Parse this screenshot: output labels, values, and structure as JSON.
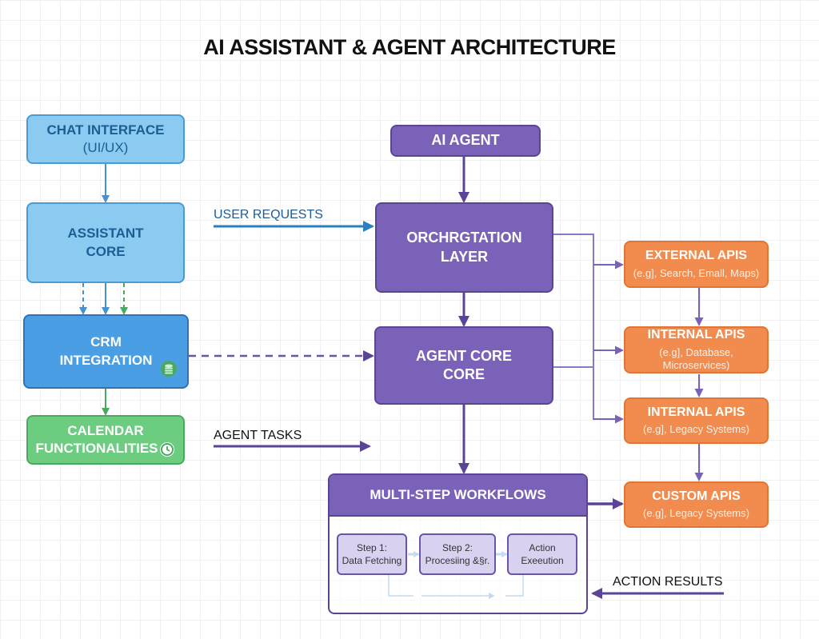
{
  "title": "AI ASSISTANT & AGENT ARCHITECTURE",
  "assistant": {
    "chat_interface": {
      "line1": "CHAT INTERFACE",
      "line2": "(UI/UX)"
    },
    "assistant_core": {
      "line1": "ASSISTANT",
      "line2": "CORE"
    },
    "crm_integration": {
      "line1": "CRM",
      "line2": "INTEGRATION",
      "icon": "database-icon"
    },
    "calendar": {
      "line1": "CALENDAR",
      "line2": "FUNCTIONALITIES",
      "icon": "clock-icon"
    }
  },
  "agent": {
    "ai_agent": "AI AGENT",
    "orchestration": {
      "line1": "ORCHRGTATION",
      "line2": "LAYER"
    },
    "agent_core": {
      "line1": "AGENT CORE",
      "line2": "CORE"
    },
    "workflows": {
      "title": "MULTI-STEP WORKFLOWS",
      "steps": [
        {
          "line1": "Step 1:",
          "line2": "Data Fetching"
        },
        {
          "line1": "Step 2:",
          "line2": "Procesiing &§r."
        },
        {
          "line1": "Action",
          "line2": "Exeeution"
        }
      ]
    }
  },
  "apis": [
    {
      "title": "EXTERNAL APIS",
      "sub": "(e.g], Search, Emall, Maps)"
    },
    {
      "title": "INTERNAL APIS",
      "sub": "(e.g], Database, Microservices)"
    },
    {
      "title": "INTERNAL APIS",
      "sub": "(e.g], Legacy Systems)"
    },
    {
      "title": "CUSTOM APIS",
      "sub": "(e.g], Legacy Systems)"
    }
  ],
  "flow_labels": {
    "user_requests": "USER REQUESTS",
    "agent_tasks": "AGENT TASKS",
    "action_results": "ACTION RESULTS"
  },
  "colors": {
    "assistant_blue": "#8ccbf1",
    "crm_blue": "#4a9ee3",
    "calendar_green": "#6ccd80",
    "agent_purple": "#7a62b8",
    "api_orange": "#f28c4e",
    "user_requests_blue": "#2a7fc0"
  }
}
